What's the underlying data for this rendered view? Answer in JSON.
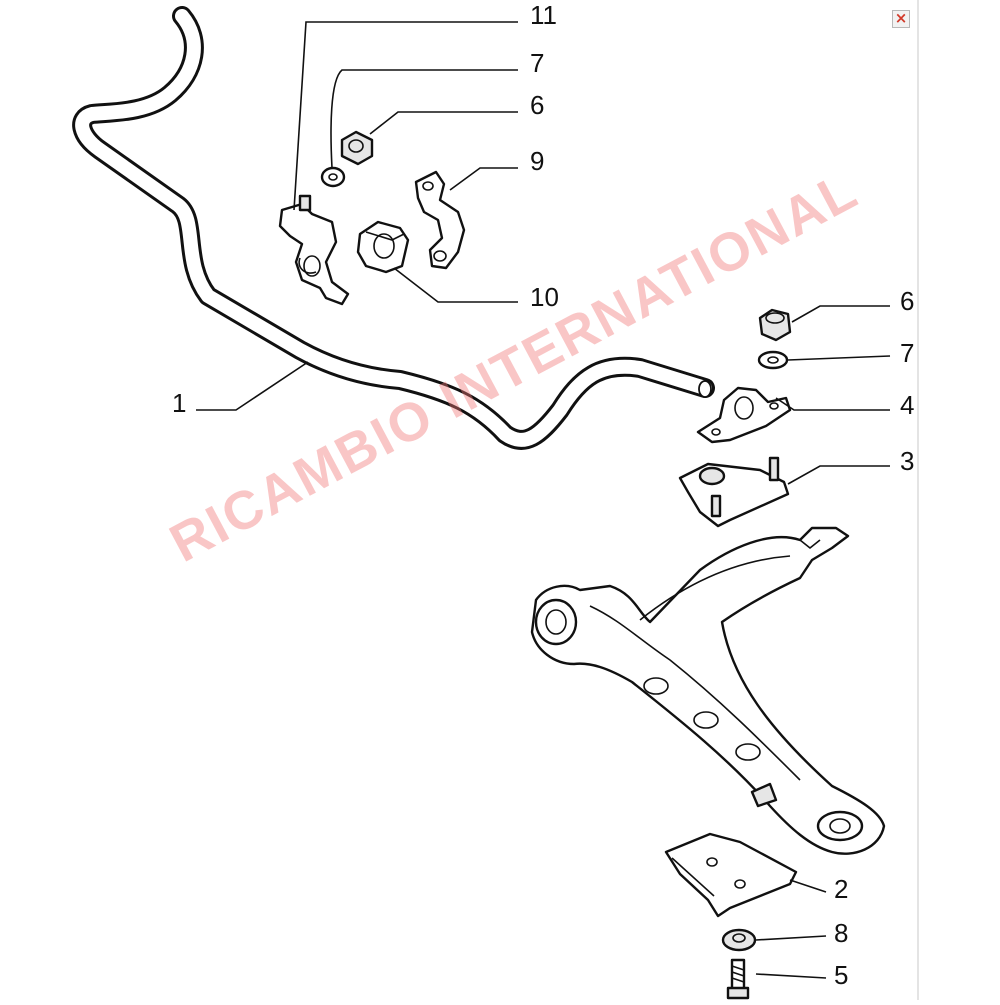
{
  "diagram": {
    "callouts": [
      {
        "id": "c11",
        "text": "11"
      },
      {
        "id": "c7a",
        "text": "7"
      },
      {
        "id": "c6a",
        "text": "6"
      },
      {
        "id": "c9",
        "text": "9"
      },
      {
        "id": "c10",
        "text": "10"
      },
      {
        "id": "c1",
        "text": "1"
      },
      {
        "id": "c6b",
        "text": "6"
      },
      {
        "id": "c7b",
        "text": "7"
      },
      {
        "id": "c4",
        "text": "4"
      },
      {
        "id": "c3",
        "text": "3"
      },
      {
        "id": "c2",
        "text": "2"
      },
      {
        "id": "c8",
        "text": "8"
      },
      {
        "id": "c5",
        "text": "5"
      }
    ],
    "watermark": "RICAMBIO INTERNATIONAL"
  },
  "ui": {
    "close_icon": "close-icon",
    "close_glyph": "×",
    "accent_color": "#d23a2a",
    "watermark_color": "#f07878"
  }
}
